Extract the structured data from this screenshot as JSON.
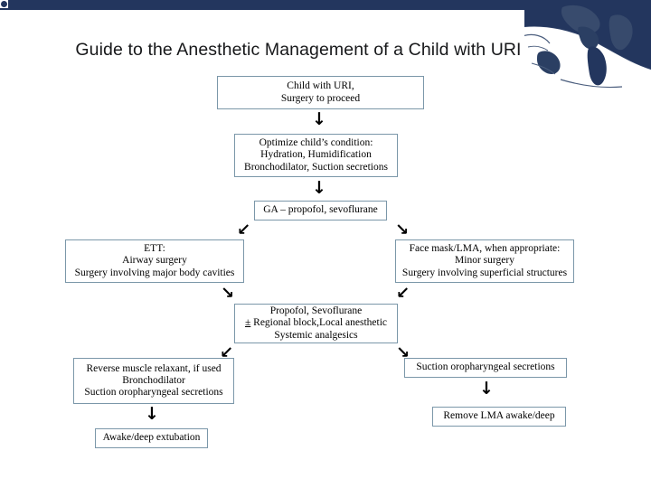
{
  "slide": {
    "title": "Guide to the Anesthetic Management of a Child with URI",
    "accent_color": "#23365e",
    "box_border_color": "#7b97a9",
    "background_color": "#ffffff"
  },
  "decor": {
    "top_band_name": "top-accent-band",
    "globe_name": "globe-graphic"
  },
  "flowchart": {
    "type": "flowchart",
    "nodes": [
      {
        "id": "start",
        "lines": [
          "Child with URI,",
          "Surgery to proceed"
        ]
      },
      {
        "id": "optimize",
        "lines": [
          "Optimize child’s condition:",
          "Hydration, Humidification",
          "Bronchodilator, Suction secretions"
        ]
      },
      {
        "id": "ga",
        "lines": [
          "GA – propofol, sevoflurane"
        ]
      },
      {
        "id": "ett",
        "lines": [
          "ETT:",
          "Airway surgery",
          "Surgery involving major body cavities"
        ]
      },
      {
        "id": "facemask",
        "lines": [
          "Face mask/LMA, when appropriate:",
          "Minor surgery",
          "Surgery involving superficial structures"
        ]
      },
      {
        "id": "maintenance",
        "lines": [
          "Propofol, Sevoflurane",
          "± Regional block,Local anesthetic",
          "Systemic analgesics"
        ],
        "pm_symbol": "±",
        "pm_rest": " Regional block,Local anesthetic"
      },
      {
        "id": "reverse",
        "lines": [
          "Reverse muscle relaxant, if used",
          "Bronchodilator",
          "Suction oropharyngeal secretions"
        ]
      },
      {
        "id": "suction",
        "lines": [
          "Suction oropharyngeal secretions"
        ]
      },
      {
        "id": "extubation",
        "lines": [
          "Awake/deep extubation"
        ]
      },
      {
        "id": "remove-lma",
        "lines": [
          "Remove LMA awake/deep"
        ]
      }
    ],
    "arrows": [
      {
        "id": "start-to-optimize",
        "glyph": "↓",
        "direction": "down"
      },
      {
        "id": "optimize-to-ga",
        "glyph": "↓",
        "direction": "down"
      },
      {
        "id": "ga-to-ett",
        "glyph": "↙",
        "direction": "down-left"
      },
      {
        "id": "ga-to-facemask",
        "glyph": "↘",
        "direction": "down-right"
      },
      {
        "id": "ett-to-maintenance",
        "glyph": "↘",
        "direction": "down-right"
      },
      {
        "id": "facemask-to-maintenance",
        "glyph": "↙",
        "direction": "down-left"
      },
      {
        "id": "maintenance-to-reverse",
        "glyph": "↙",
        "direction": "down-left"
      },
      {
        "id": "maintenance-to-suction",
        "glyph": "↘",
        "direction": "down-right"
      },
      {
        "id": "reverse-to-extubation",
        "glyph": "↓",
        "direction": "down"
      },
      {
        "id": "suction-to-remove-lma",
        "glyph": "↓",
        "direction": "down"
      }
    ]
  }
}
